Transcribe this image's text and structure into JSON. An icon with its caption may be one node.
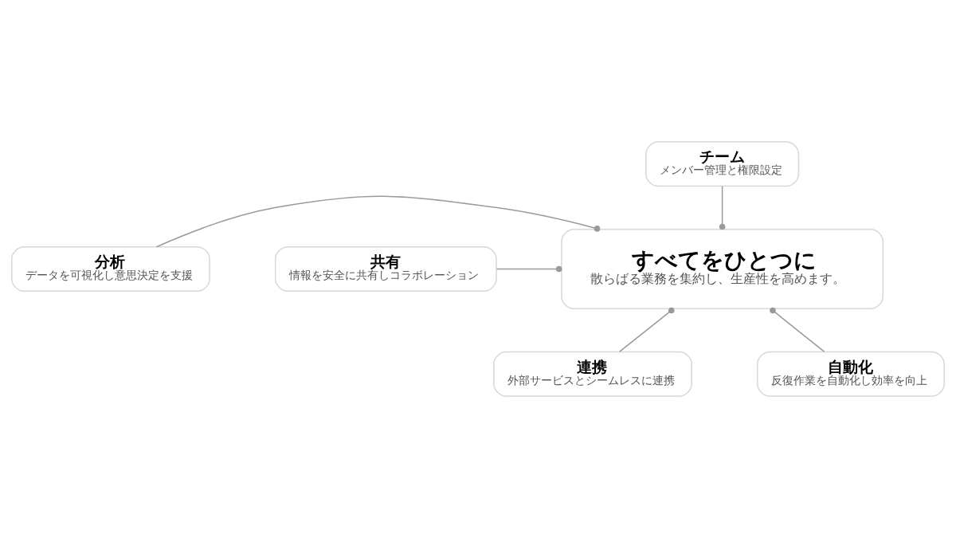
{
  "diagram": {
    "nodes": [
      {
        "text": [
          "チーム",
          "メンバー管理と権限設定"
        ]
      },
      {
        "text": [
          "分析",
          "データを可視化し意思決定を支援"
        ]
      },
      {
        "text": [
          "すべてをひとつに",
          "散らばる業務を集約し、生産性を高めます。"
        ]
      },
      {
        "text": [
          "共有",
          "情報を安全に共有しコラボレーション"
        ]
      },
      {
        "text": [
          "連携",
          "外部サービスとシームレスに連携"
        ]
      },
      {
        "text": [
          "自動化",
          "反復作業を自動化し効率を向上"
        ]
      }
    ],
    "edges": [
      {
        "from": 0,
        "to": 2,
        "arrow": "other"
      },
      {
        "from": 1,
        "to": 2,
        "arrow": "other"
      },
      {
        "from": 3,
        "to": 2,
        "arrow": "other"
      },
      {
        "from": 4,
        "to": 2,
        "arrow": "other"
      },
      {
        "from": 5,
        "to": 2,
        "arrow": "other"
      }
    ]
  }
}
